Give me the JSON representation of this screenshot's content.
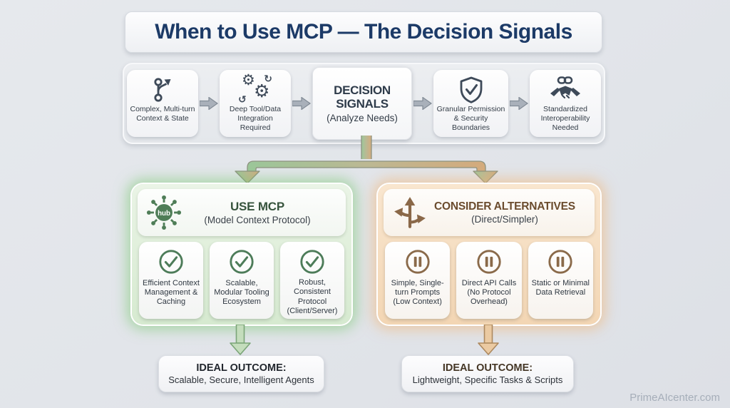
{
  "title": "When to Use MCP — The Decision Signals",
  "watermark": "PrimeAIcenter.com",
  "top_row": {
    "signals": [
      {
        "icon": "git-branch-icon",
        "label": "Complex, Multi-turn Context & State"
      },
      {
        "icon": "gears-sync-icon",
        "label": "Deep Tool/Data Integration Required"
      },
      {
        "icon": "shield-check-icon",
        "label": "Granular Permission & Security Boundaries"
      },
      {
        "icon": "handshake-link-icon",
        "label": "Standardized Interoperability Needed"
      }
    ],
    "decision": {
      "title": "DECISION SIGNALS",
      "subtitle": "(Analyze Needs)"
    }
  },
  "branches": {
    "use_mcp": {
      "title": "USE MCP",
      "subtitle": "(Model Context Protocol)",
      "icon": "hub-icon",
      "hub_label": "hub",
      "items": [
        "Efficient Context Management & Caching",
        "Scalable, Modular Tooling Ecosystem",
        "Robust, Consistent Protocol (Client/Server)"
      ]
    },
    "alternatives": {
      "title": "CONSIDER ALTERNATIVES",
      "subtitle": "(Direct/Simpler)",
      "icon": "branching-arrows-icon",
      "items": [
        "Simple, Single-turn Prompts (Low Context)",
        "Direct API Calls (No Protocol Overhead)",
        "Static or Minimal Data Retrieval"
      ]
    }
  },
  "outcomes": {
    "left": {
      "title": "IDEAL OUTCOME:",
      "subtitle": "Scalable, Secure, Intelligent Agents"
    },
    "right": {
      "title": "IDEAL OUTCOME:",
      "subtitle": "Lightweight, Specific Tasks & Scripts"
    }
  },
  "colors": {
    "background": "#e3e6ea",
    "title_text": "#1c3a67",
    "icon_slate": "#3e4a59",
    "arrow_gray": "#a9b0ba",
    "green_accent": "#4e7d57",
    "green_panel": "#d6ead0",
    "green_glow": "#76c66e",
    "orange_accent": "#8a6848",
    "orange_panel": "#f3d6b4",
    "orange_glow": "#f3b370"
  }
}
